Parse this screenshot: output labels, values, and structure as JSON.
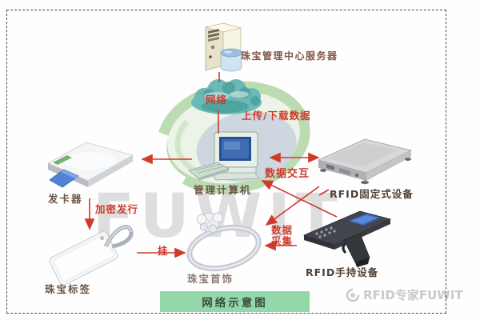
{
  "banner": {
    "title": "网络示意图"
  },
  "watermarks": {
    "big": "FUWIT",
    "corner": "RFID专家FUWIT"
  },
  "nodes": {
    "server": "珠宝管理中心服务器",
    "network": "网络",
    "computer": "管理计算机",
    "fixed_reader": "RFID固定式设备",
    "card_issuer": "发卡器",
    "jewelry_tag": "珠宝标签",
    "jewelry": "珠宝首饰",
    "handheld": "RFID手持设备"
  },
  "edges": {
    "upload_download": "上传/下载数据",
    "data_exchange": "数据交互",
    "encrypted_issue": "加密发行",
    "hang": "挂",
    "collect_line1": "数据",
    "collect_line2": "采集"
  },
  "colors": {
    "arrow_red": "#cf3a2a",
    "banner_green": "#93d8a9",
    "banner_text": "#3a4a40",
    "cloud_teal": "#5fb0ac",
    "swirl_green": "#b4d8aa",
    "watermark_gray": "#c9c9c9",
    "label_dark": "#6e5548"
  }
}
